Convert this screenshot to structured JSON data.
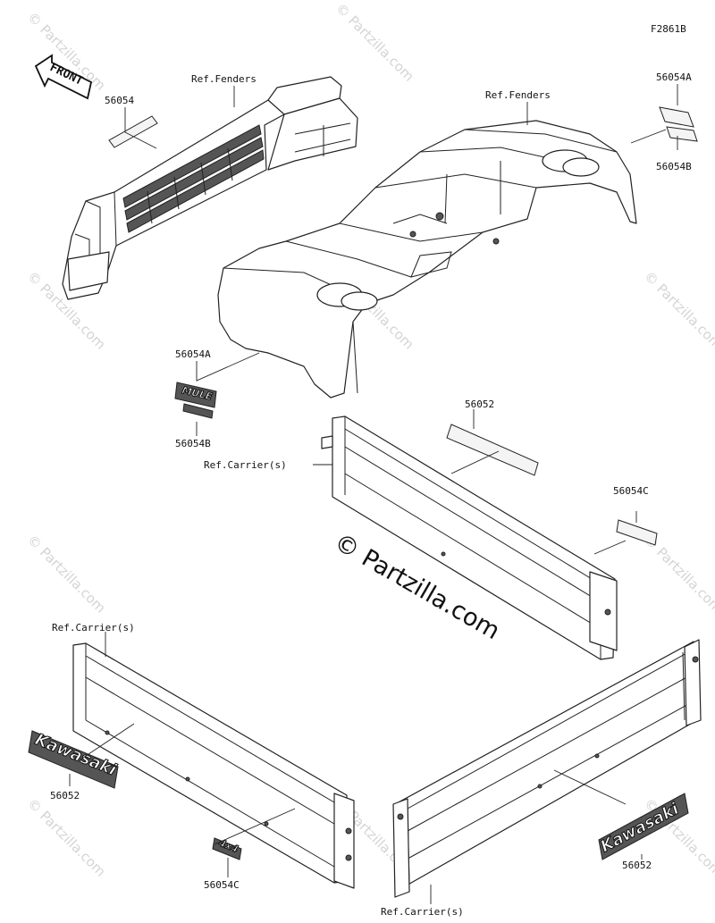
{
  "figure_code": "F2861B",
  "front_marker": "FRONT",
  "watermark": {
    "main": "© Partzilla.com",
    "tile": "© Partzilla.com"
  },
  "emblems": {
    "kawasaki": "Kawasaki",
    "mule": "MULE",
    "four_by_four": "4x4"
  },
  "callouts": {
    "ref_fenders_left": "Ref.Fenders",
    "ref_fenders_right": "Ref.Fenders",
    "part_56054": "56054",
    "part_56054a_top": "56054A",
    "part_56054b_top": "56054B",
    "part_56054a_mid": "56054A",
    "part_56054b_mid": "56054B",
    "part_56052_mid": "56052",
    "ref_carrier_mid": "Ref.Carrier(s)",
    "part_56054c_right": "56054C",
    "ref_carrier_left": "Ref.Carrier(s)",
    "part_56052_left": "56052",
    "part_56054c_bottom": "56054C",
    "part_56052_right": "56052",
    "ref_carrier_bottom": "Ref.Carrier(s)"
  }
}
